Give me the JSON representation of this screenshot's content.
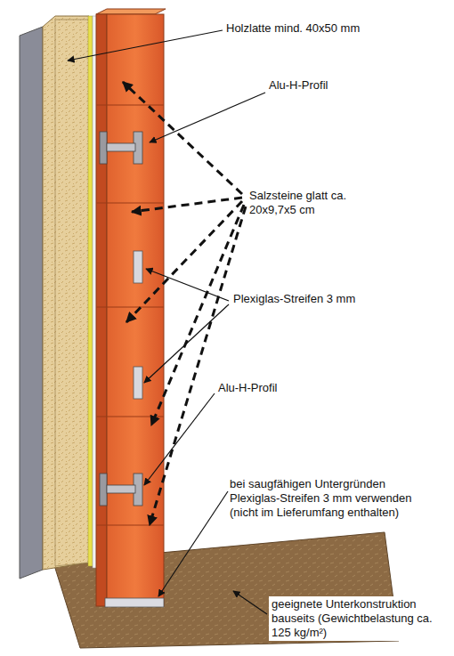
{
  "diagram": {
    "labels": [
      "Holzlatte mind. 40x50 mm",
      "Alu-H-Profil",
      "Salzsteine glatt ca. 20x9,7x5 cm",
      "Plexiglas-Streifen 3 mm",
      "Alu-H-Profil",
      "bei saugfähigen Untergründen Plexiglas-Streifen 3 mm verwenden (nicht im Lieferumfang enthalten)",
      "geeignete Unterkonstruktion bauseits (Gewichtbelastung ca. 125 kg/m²)"
    ]
  }
}
